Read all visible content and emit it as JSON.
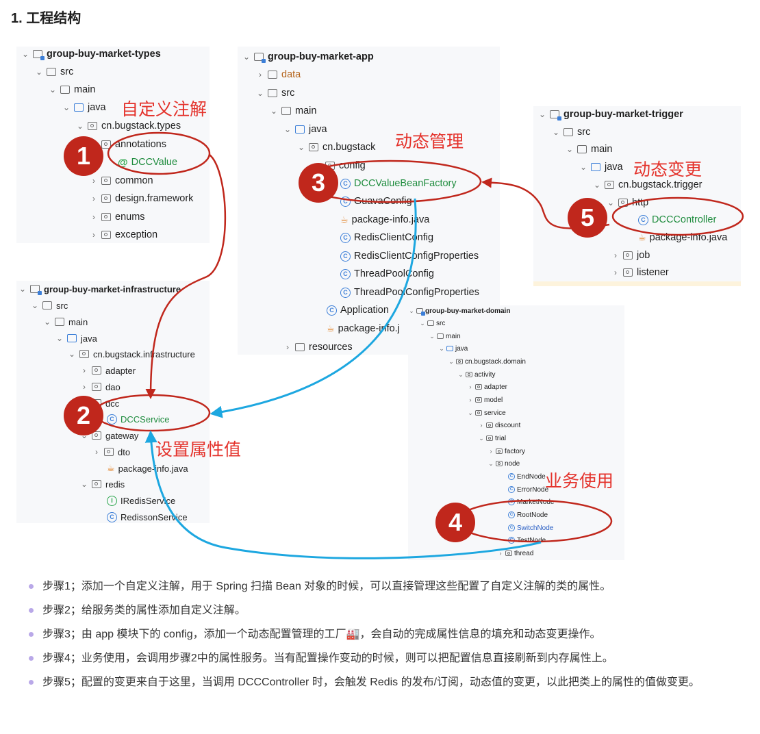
{
  "title": "1. 工程结构",
  "labels": {
    "l1": "自定义注解",
    "l2": "设置属性值",
    "l3": "动态管理",
    "l4": "业务使用",
    "l5": "动态变更"
  },
  "badges": [
    "1",
    "2",
    "3",
    "4",
    "5"
  ],
  "types": {
    "module": "group-buy-market-types",
    "src": "src",
    "main": "main",
    "java": "java",
    "pkg": "cn.bugstack.types",
    "annotations": "annotations",
    "dccvalue": "DCCValue",
    "common": "common",
    "design": "design.framework",
    "enums": "enums",
    "exception": "exception"
  },
  "infra": {
    "module": "group-buy-market-infrastructure",
    "src": "src",
    "main": "main",
    "java": "java",
    "pkg": "cn.bugstack.infrastructure",
    "adapter": "adapter",
    "dao": "dao",
    "dcc": "dcc",
    "dccservice": "DCCService",
    "gateway": "gateway",
    "dto": "dto",
    "pkginfo": "package-info.java",
    "redis": "redis",
    "iredis": "IRedisService",
    "redisson": "RedissonService"
  },
  "app": {
    "module": "group-buy-market-app",
    "data": "data",
    "src": "src",
    "main": "main",
    "java": "java",
    "pkg": "cn.bugstack",
    "config": "config",
    "factory": "DCCValueBeanFactory",
    "guava": "GuavaConfig",
    "pkginfo": "package-info.java",
    "redisclient": "RedisClientConfig",
    "redisprops": "RedisClientConfigProperties",
    "threadpool": "ThreadPoolConfig",
    "threadprops": "ThreadPoolConfigProperties",
    "application": "Application",
    "pkginfo2": "package-info.j",
    "resources": "resources"
  },
  "trigger": {
    "module": "group-buy-market-trigger",
    "src": "src",
    "main": "main",
    "java": "java",
    "pkg": "cn.bugstack.trigger",
    "http": "http",
    "controller": "DCCController",
    "pkginfo": "package-info.java",
    "job": "job",
    "listener": "listener"
  },
  "domain": {
    "module": "group-buy-market-domain",
    "src": "src",
    "main": "main",
    "java": "java",
    "pkg": "cn.bugstack.domain",
    "activity": "activity",
    "adapter": "adapter",
    "model": "model",
    "service": "service",
    "discount": "discount",
    "trial": "trial",
    "factory": "factory",
    "node": "node",
    "endnode": "EndNode",
    "errornode": "ErrorNode",
    "marketnode": "MarketNode",
    "rootnode": "RootNode",
    "switchnode": "SwitchNode",
    "testnode": "TestNode",
    "thread": "thread"
  },
  "steps": [
    "步骤1；添加一个自定义注解，用于 Spring 扫描 Bean 对象的时候，可以直接管理这些配置了自定义注解的类的属性。",
    "步骤2；给服务类的属性添加自定义注解。",
    "步骤3；由 app 模块下的 config，添加一个动态配置管理的工厂🏭，会自动的完成属性信息的填充和动态变更操作。",
    "步骤4；业务使用，会调用步骤2中的属性服务。当有配置操作变动的时候，则可以把配置信息直接刷新到内存属性上。",
    "步骤5；配置的变更来自于这里，当调用 DCCController 时，会触发 Redis 的发布/订阅，动态值的变更，以此把类上的属性的值做变更。"
  ],
  "colors": {
    "red": "#c0271c",
    "label": "#e4322b",
    "blue_arrow": "#1da7e0"
  }
}
